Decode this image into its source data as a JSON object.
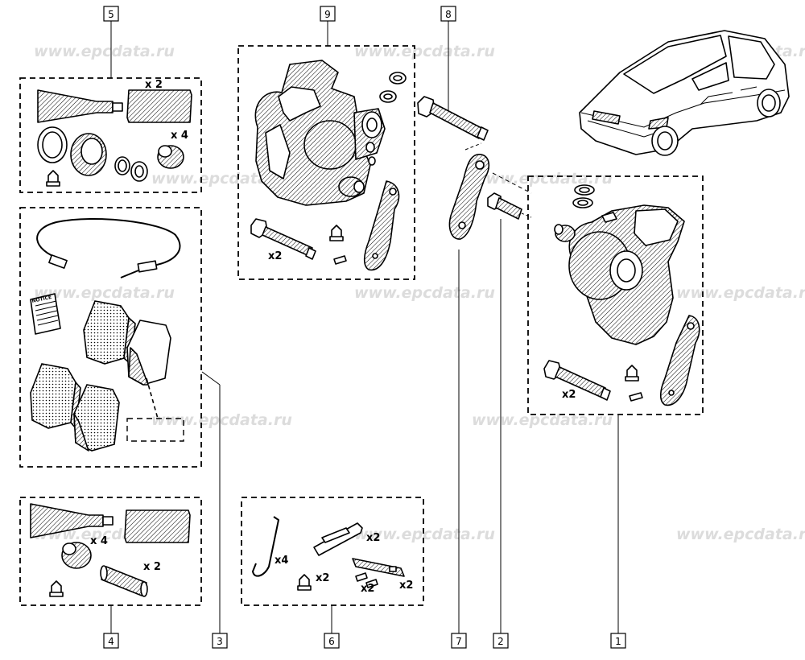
{
  "watermark": {
    "text": "www.epcdata.ru",
    "color": "#dcdcdc"
  },
  "callouts": [
    {
      "id": "1",
      "label": "1"
    },
    {
      "id": "2",
      "label": "2"
    },
    {
      "id": "3",
      "label": "3"
    },
    {
      "id": "4",
      "label": "4"
    },
    {
      "id": "5",
      "label": "5"
    },
    {
      "id": "6",
      "label": "6"
    },
    {
      "id": "7",
      "label": "7"
    },
    {
      "id": "8",
      "label": "8"
    },
    {
      "id": "9",
      "label": "9"
    }
  ],
  "quantities": {
    "kit5_grease": "x 2",
    "kit5_boots": "x 4",
    "kit4_boots": "x 4",
    "kit4_pins": "x 2",
    "caliper9_bolts": "x2",
    "caliper1_bolts": "x2",
    "kit6_springs": "x4",
    "kit6_clips": "x2",
    "kit6_nuts": "x2",
    "kit6_pins": "x2",
    "kit6_plates": "x2"
  },
  "manual_label": "NOTICE",
  "colors": {
    "line": "#000000",
    "background": "#ffffff"
  }
}
